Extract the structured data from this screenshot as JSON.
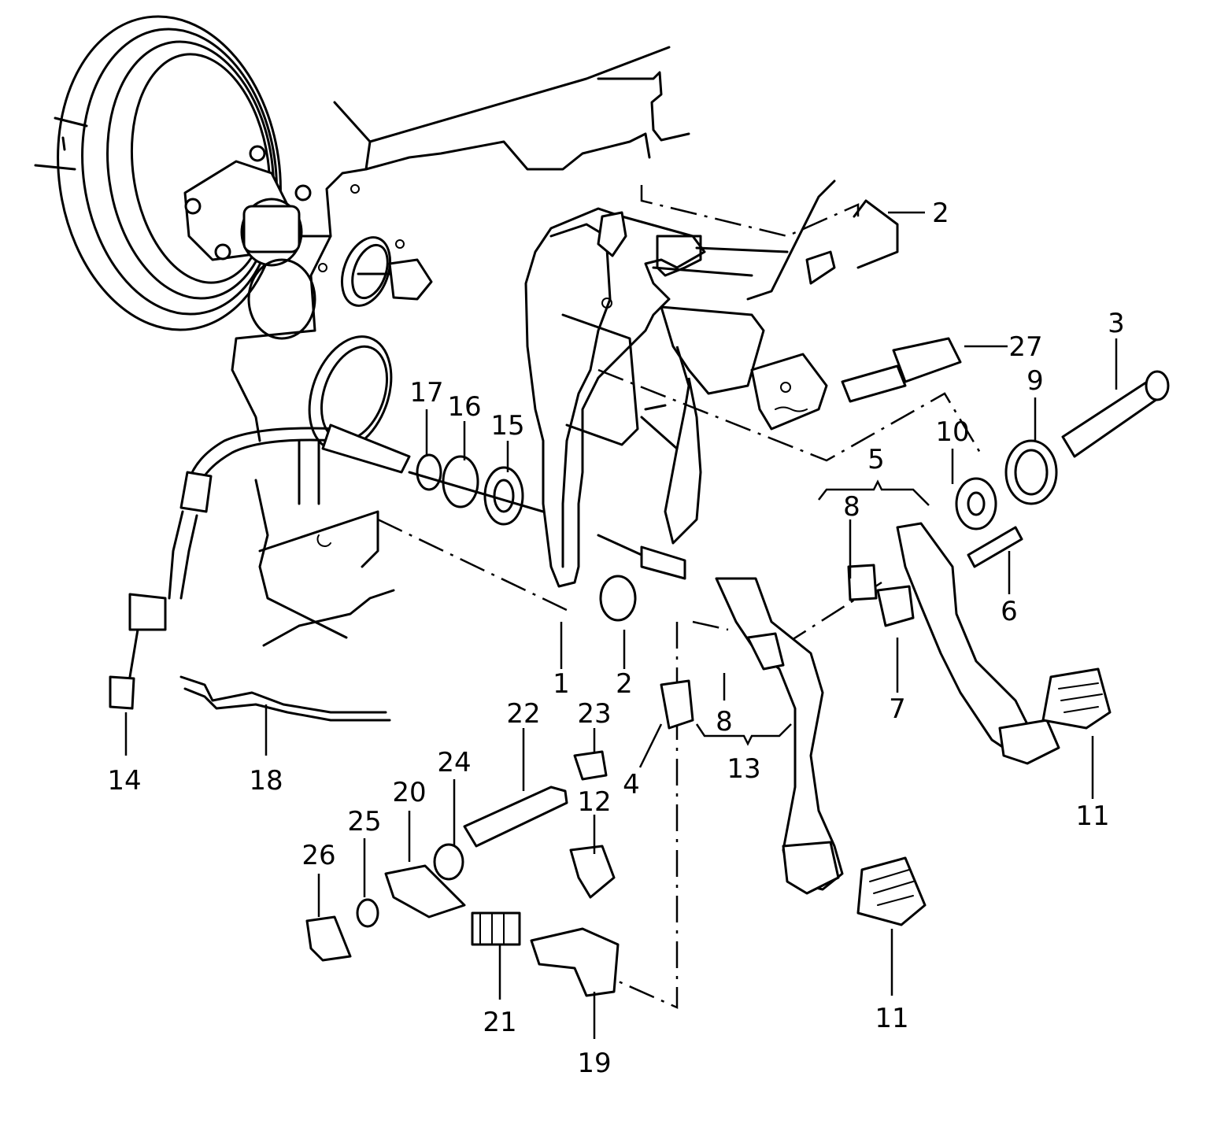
{
  "callouts": [
    {
      "id": "c1",
      "text": "1"
    },
    {
      "id": "c2a",
      "text": "2"
    },
    {
      "id": "c2b",
      "text": "2"
    },
    {
      "id": "c3",
      "text": "3"
    },
    {
      "id": "c4",
      "text": "4"
    },
    {
      "id": "c5",
      "text": "5"
    },
    {
      "id": "c6",
      "text": "6"
    },
    {
      "id": "c7",
      "text": "7"
    },
    {
      "id": "c8a",
      "text": "8"
    },
    {
      "id": "c8b",
      "text": "8"
    },
    {
      "id": "c9",
      "text": "9"
    },
    {
      "id": "c10",
      "text": "10"
    },
    {
      "id": "c11a",
      "text": "11"
    },
    {
      "id": "c11b",
      "text": "11"
    },
    {
      "id": "c12",
      "text": "12"
    },
    {
      "id": "c13",
      "text": "13"
    },
    {
      "id": "c14",
      "text": "14"
    },
    {
      "id": "c15",
      "text": "15"
    },
    {
      "id": "c16",
      "text": "16"
    },
    {
      "id": "c17",
      "text": "17"
    },
    {
      "id": "c18",
      "text": "18"
    },
    {
      "id": "c19",
      "text": "19"
    },
    {
      "id": "c20",
      "text": "20"
    },
    {
      "id": "c21",
      "text": "21"
    },
    {
      "id": "c22",
      "text": "22"
    },
    {
      "id": "c23",
      "text": "23"
    },
    {
      "id": "c24",
      "text": "24"
    },
    {
      "id": "c25",
      "text": "25"
    },
    {
      "id": "c26",
      "text": "26"
    },
    {
      "id": "c27",
      "text": "27"
    }
  ]
}
